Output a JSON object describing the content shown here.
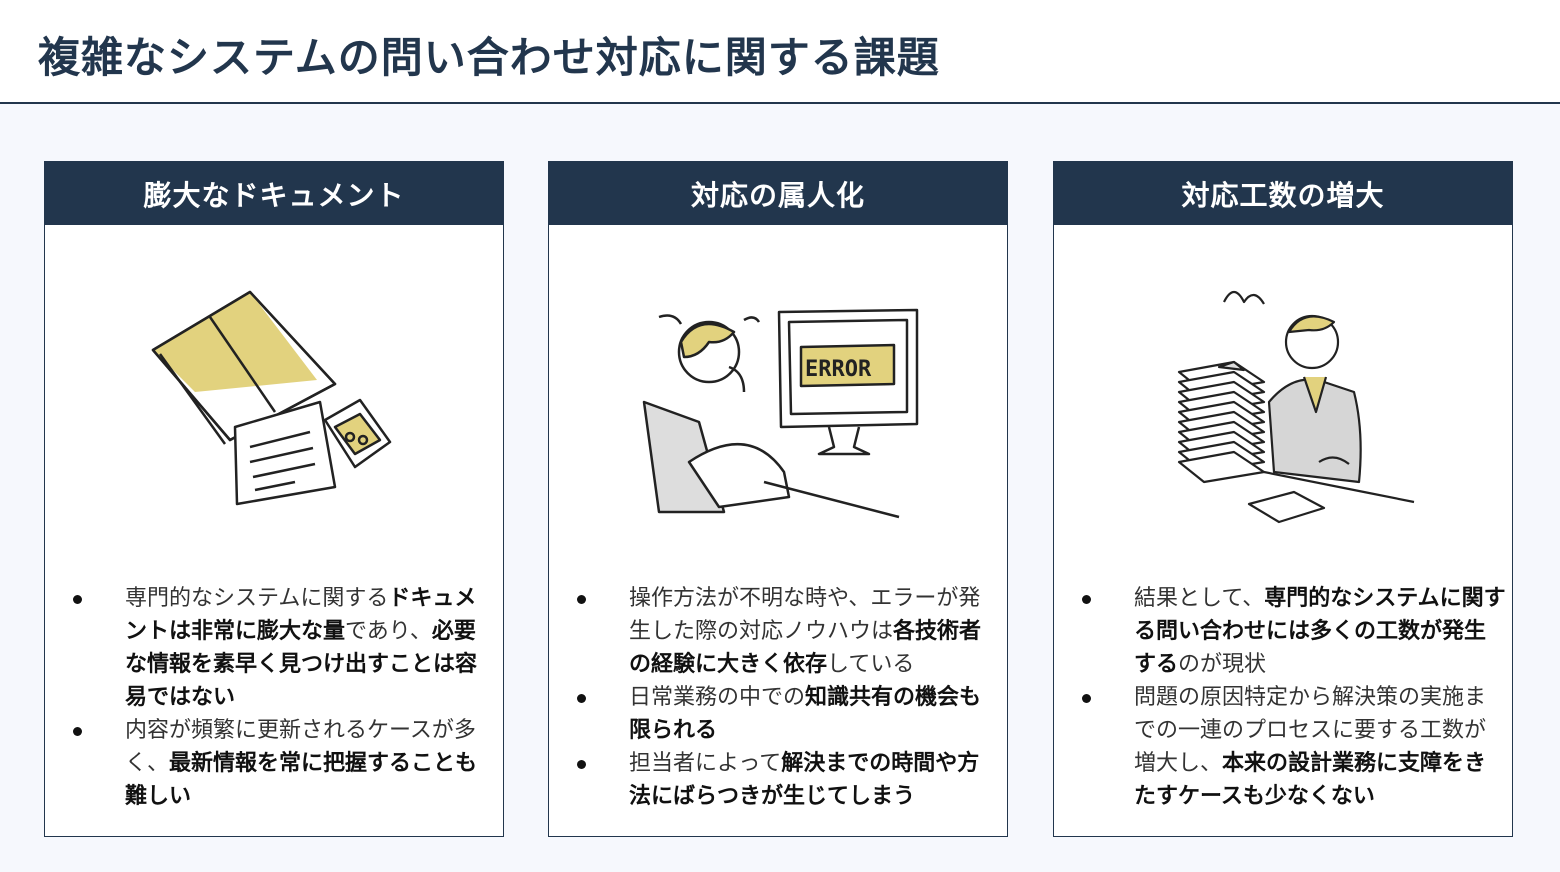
{
  "title": "複雑なシステムの問い合わせ対応に関する課題",
  "colors": {
    "navy": "#22364d",
    "accent": "#e2d27e",
    "background": "#f6f8fd"
  },
  "cards": [
    {
      "heading": "膨大なドキュメント",
      "illustration": "document-pile-icon",
      "bullets": [
        {
          "segments": [
            {
              "text": "専門的なシステムに関する",
              "bold": false
            },
            {
              "text": "ドキュメントは非常に膨大な量",
              "bold": true
            },
            {
              "text": "であり、",
              "bold": false
            },
            {
              "text": "必要な情報を素早く見つけ出すことは容易ではない",
              "bold": true
            }
          ]
        },
        {
          "segments": [
            {
              "text": "内容が頻繁に更新されるケースが多く、",
              "bold": false
            },
            {
              "text": "最新情報を常に把握することも難しい",
              "bold": true
            }
          ]
        }
      ]
    },
    {
      "heading": "対応の属人化",
      "illustration": "confused-person-error-monitor-icon",
      "monitor_text": "ERROR",
      "bullets": [
        {
          "segments": [
            {
              "text": "操作方法が不明な時や、エラーが発生した際の対応ノウハウは",
              "bold": false
            },
            {
              "text": "各技術者の経験に大きく依存",
              "bold": true
            },
            {
              "text": "している",
              "bold": false
            }
          ]
        },
        {
          "segments": [
            {
              "text": "日常業務の中での",
              "bold": false
            },
            {
              "text": "知識共有の機会も限られる",
              "bold": true
            }
          ]
        },
        {
          "segments": [
            {
              "text": "担当者によって",
              "bold": false
            },
            {
              "text": "解決までの時間や方法にばらつきが生じてしまう",
              "bold": true
            }
          ]
        }
      ]
    },
    {
      "heading": "対応工数の増大",
      "illustration": "overwhelmed-worker-paper-stack-icon",
      "bullets": [
        {
          "segments": [
            {
              "text": "結果として、",
              "bold": false
            },
            {
              "text": "専門的なシステムに関する問い合わせには多くの工数が発生する",
              "bold": true
            },
            {
              "text": "のが現状",
              "bold": false
            }
          ]
        },
        {
          "segments": [
            {
              "text": "問題の原因特定から解決策の実施までの一連のプロセスに要する工数が増大し、",
              "bold": false
            },
            {
              "text": "本来の設計業務に支障をきたすケースも少なくない",
              "bold": true
            }
          ]
        }
      ]
    }
  ]
}
